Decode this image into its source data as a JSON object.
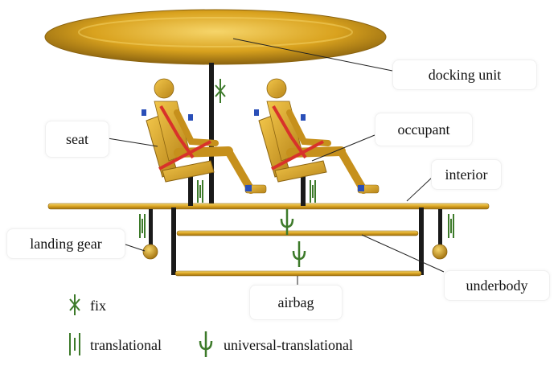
{
  "labels": {
    "docking_unit": "docking unit",
    "seat": "seat",
    "occupant": "occupant",
    "interior": "interior",
    "landing_gear": "landing gear",
    "underbody": "underbody",
    "airbag": "airbag"
  },
  "legend": {
    "fix": "fix",
    "translational": "translational",
    "universal_translational": "universal-translational"
  },
  "colors": {
    "gold": "#D9A21E",
    "gold_light": "#F1CC55",
    "gold_dark": "#8C6410",
    "joint_green": "#3D7A2A",
    "strut": "#1A1A1A",
    "belt_red": "#D8322A",
    "belt_blue": "#2A4FB8"
  }
}
